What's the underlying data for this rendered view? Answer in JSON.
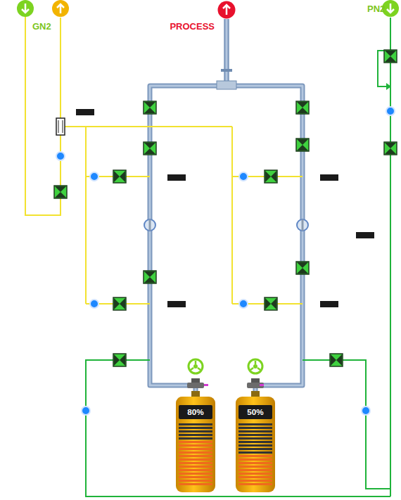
{
  "diagram": {
    "nodes": [
      {
        "text": [
          "PROCESS"
        ]
      },
      {
        "text": [
          "80%"
        ]
      },
      {
        "text": [
          "50%"
        ]
      }
    ],
    "edges": [
      {
        "from": 1,
        "to": 0,
        "arrow": "none"
      },
      {
        "from": 2,
        "to": 0,
        "arrow": "none"
      }
    ],
    "labels": [
      "GN2",
      "PN2"
    ]
  }
}
